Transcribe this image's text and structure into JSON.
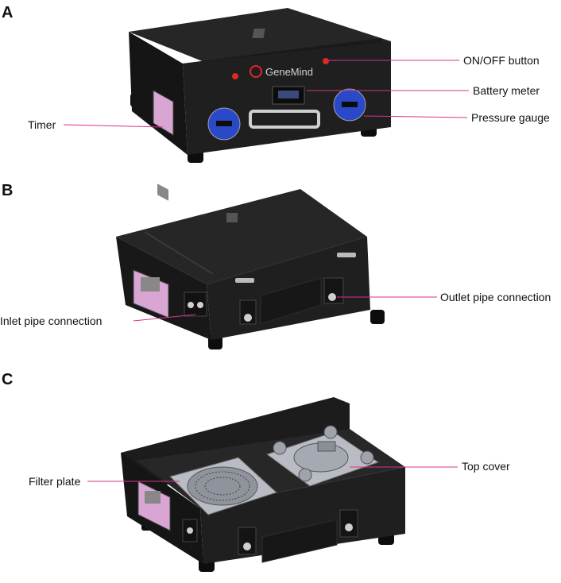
{
  "colors": {
    "leader": "#d6338a",
    "device_body": "#1d1d1d",
    "device_dark": "#111111",
    "gauge_blue": "#2a49c8",
    "timer_pink": "#d9a6d4",
    "logo_red": "#e02727",
    "filter_grey": "#b9bcc4"
  },
  "panels": {
    "a": {
      "letter": "A",
      "brand_logo_text": "GeneMind",
      "callouts": {
        "on_off": "ON/OFF button",
        "battery": "Battery meter",
        "pressure": "Pressure gauge",
        "timer": "Timer"
      }
    },
    "b": {
      "letter": "B",
      "callouts": {
        "outlet": "Outlet pipe connection",
        "inlet": "Inlet pipe connection"
      }
    },
    "c": {
      "letter": "C",
      "callouts": {
        "top_cover": "Top cover",
        "filter_plate": "Filter plate"
      }
    }
  }
}
